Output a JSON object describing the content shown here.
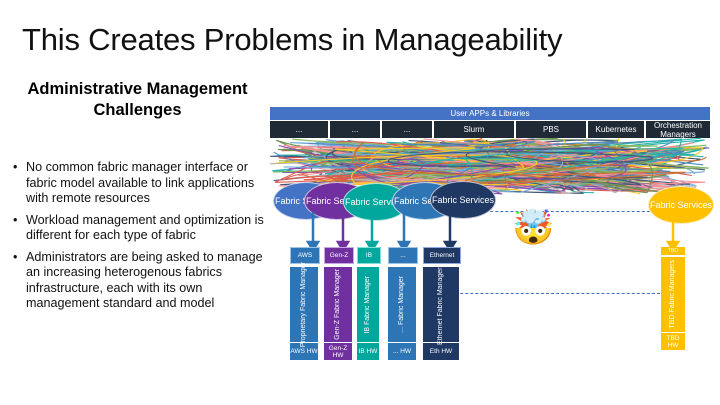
{
  "slide": {
    "title": "This Creates Problems in Manageability",
    "subtitle": "Administrative Management Challenges",
    "bullets": [
      "No common fabric manager interface or fabric model available to link applications with remote resources",
      "Workload management and optimization is different for each type of fabric",
      "Administrators are being asked to manage an increasing heterogenous fabrics infrastructure, each with its own management standard and model"
    ]
  },
  "diagram": {
    "apps_bar": "User APPs & Libraries",
    "managers": [
      "...",
      "...",
      "...",
      "Slurm",
      "PBS",
      "Kubernetes",
      "Orchestration Managers"
    ],
    "cloud_label": "Fabric Services",
    "clouds": [
      {
        "label": "Fabric Services",
        "color": "#4472c4"
      },
      {
        "label": "Fabric Services",
        "color": "#7030a0"
      },
      {
        "label": "Fabric Services",
        "color": "#00a79d"
      },
      {
        "label": "Fabric Services",
        "color": "#2e75b6"
      },
      {
        "label": "Fabric Services",
        "color": "#1f3864"
      },
      {
        "label": "Fabric Services",
        "color": "#ffc000"
      }
    ],
    "fabrics": [
      {
        "tag": "AWS",
        "manager": "Proprietary Fabric Manager",
        "hw": "AWS HW",
        "color": "#2e75b6"
      },
      {
        "tag": "Gen-Z",
        "manager": "Gen-Z Fabric Manager",
        "hw": "Gen-Z HW",
        "color": "#7030a0"
      },
      {
        "tag": "IB",
        "manager": "IB Fabric Manager",
        "hw": "IB HW",
        "color": "#00a79d"
      },
      {
        "tag": "...",
        "manager": "... Fabric Manager",
        "hw": "... HW",
        "color": "#2e75b6"
      },
      {
        "tag": "Ethernet",
        "manager": "Ethernet Fabric Managers",
        "hw": "Eth HW",
        "color": "#1f3864"
      },
      {
        "tag": "TBD",
        "manager": "TBD Fabric Managers",
        "hw": "TBD HW",
        "color": "#ffc000"
      }
    ],
    "emoji": "🤯"
  }
}
